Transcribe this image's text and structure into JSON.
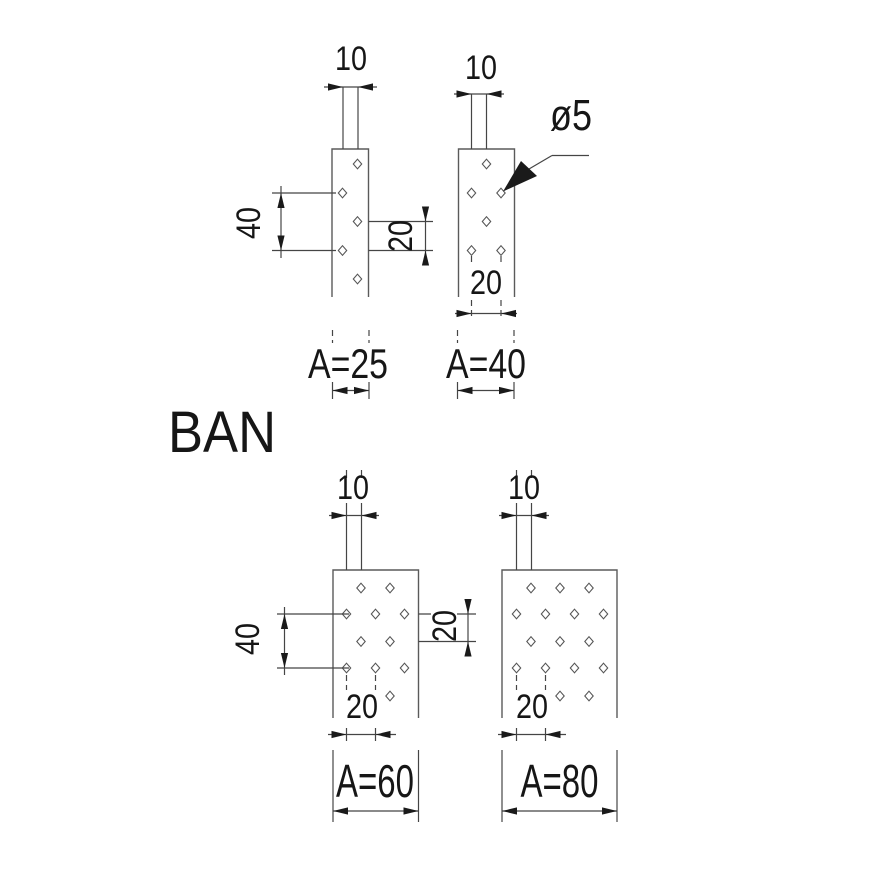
{
  "drawing": {
    "series_label": "BAN",
    "callout": {
      "hole_diameter_label": "ø5"
    },
    "plates": [
      {
        "name": "plate-a25",
        "a_label": "A=25",
        "top_width_label": "10",
        "spacing_40_label": "40",
        "spacing_20_label": "20"
      },
      {
        "name": "plate-a40",
        "a_label": "A=40",
        "top_width_label": "10",
        "bottom_20_label": "20"
      },
      {
        "name": "plate-a60",
        "a_label": "A=60",
        "top_width_label": "10",
        "spacing_40_label": "40",
        "spacing_20_label": "20",
        "bottom_20_label": "20"
      },
      {
        "name": "plate-a80",
        "a_label": "A=80",
        "top_width_label": "10",
        "bottom_20_label": "20"
      }
    ],
    "colors": {
      "outline": "#5a5a5a",
      "dimension_line": "#454545",
      "text": "#161616",
      "background": "#ffffff"
    }
  }
}
